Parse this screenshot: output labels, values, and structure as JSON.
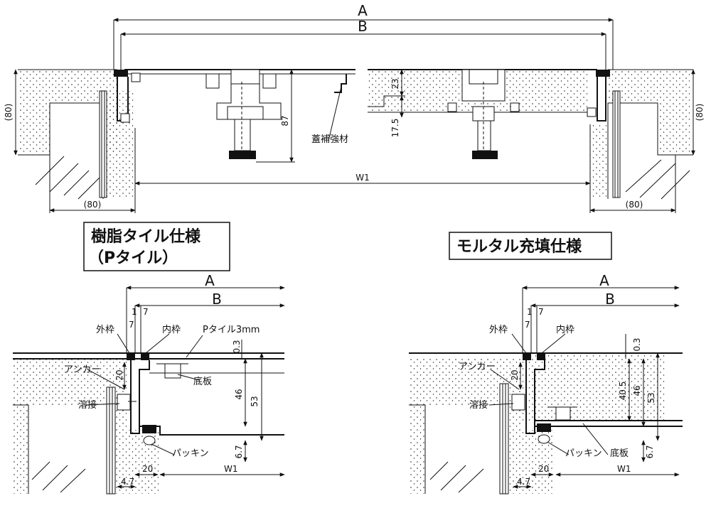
{
  "top": {
    "dim_a": "A",
    "dim_b": "B",
    "dim_w1": "W1",
    "dim_87": "87",
    "dim_23": "23",
    "dim_17_5": "17.5",
    "dim_80_left": "(80)",
    "dim_80_right": "(80)",
    "dim_80_bottom_left": "(80)",
    "dim_80_bottom_right": "(80)",
    "label_reinforcement": "蓋補強材"
  },
  "left_detail": {
    "title_line1": "樹脂タイル仕様",
    "title_line2": "（Pタイル）",
    "dim_a": "A",
    "dim_b": "B",
    "dim_1": "1",
    "dim_7a": "7",
    "dim_7b": "7",
    "dim_20_top": "20",
    "dim_0_3": "0.3",
    "dim_46": "46",
    "dim_53": "53",
    "dim_6_7": "6.7",
    "dim_20_bottom": "20",
    "dim_4_7": "4.7",
    "dim_w1": "W1",
    "label_outer_frame": "外枠",
    "label_inner_frame": "内枠",
    "label_ptile": "Pタイル3mm",
    "label_anchor": "アンカー",
    "label_weld": "溶接",
    "label_base_plate": "底板",
    "label_packing": "パッキン"
  },
  "right_detail": {
    "title": "モルタル充填仕様",
    "dim_a": "A",
    "dim_b": "B",
    "dim_1": "1",
    "dim_7a": "7",
    "dim_7b": "7",
    "dim_20_top": "20",
    "dim_0_3": "0.3",
    "dim_40_5": "40.5",
    "dim_46": "46",
    "dim_53": "53",
    "dim_6_7": "6.7",
    "dim_20_bottom": "20",
    "dim_4_7": "4.7",
    "dim_w1": "W1",
    "label_outer_frame": "外枠",
    "label_inner_frame": "内枠",
    "label_anchor": "アンカー",
    "label_weld": "溶接",
    "label_packing": "パッキン",
    "label_base_plate": "底板"
  }
}
